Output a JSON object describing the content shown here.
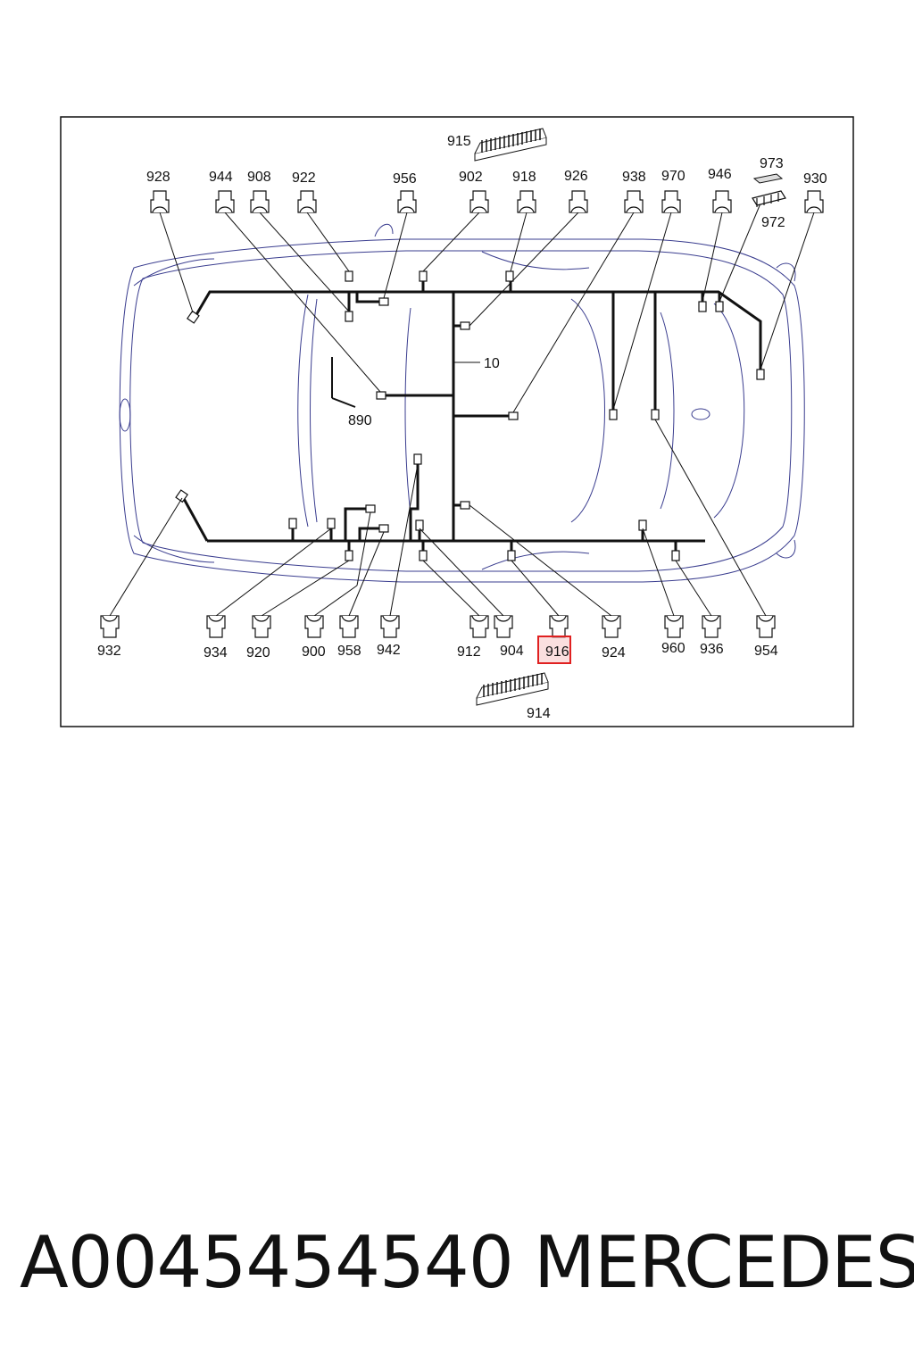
{
  "diagram": {
    "connectors_top": [
      "928",
      "944",
      "908",
      "922",
      "956",
      "902",
      "918",
      "926",
      "938",
      "970",
      "946",
      "930"
    ],
    "connectors_bottom": [
      "932",
      "934",
      "920",
      "900",
      "958",
      "942",
      "912",
      "904",
      "916",
      "924",
      "960",
      "936",
      "954"
    ],
    "top_block": "915",
    "bottom_block": "914",
    "small_part_a": "973",
    "small_part_b": "972",
    "main_harness": "10",
    "aux_harness": "890",
    "highlighted": "916",
    "colors": {
      "harness": "#111111",
      "body_outline": "#3a3d8f",
      "highlight": "#e02020"
    }
  },
  "footer": {
    "part_number": "A0045454540",
    "brand": "MERCEDES"
  }
}
